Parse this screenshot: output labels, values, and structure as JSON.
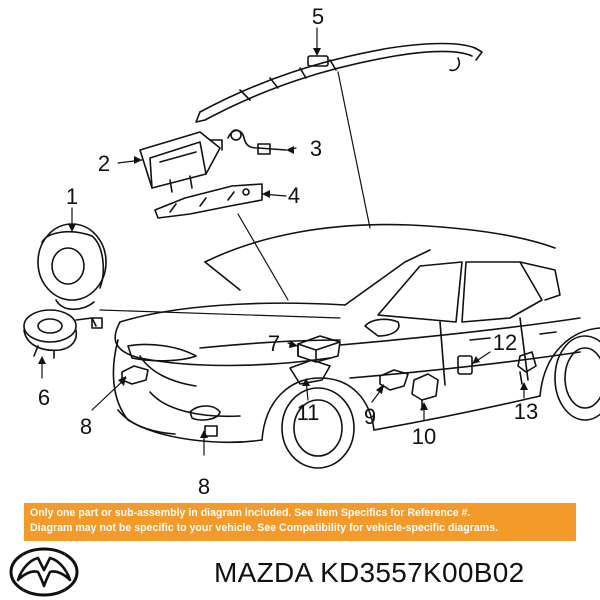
{
  "diagram": {
    "callouts": [
      "1",
      "2",
      "3",
      "4",
      "5",
      "6",
      "7",
      "8",
      "8",
      "9",
      "10",
      "11",
      "12",
      "13"
    ]
  },
  "banner": {
    "line1": "Only one part or sub-assembly in diagram included. See Item Specifics for Reference #.",
    "line2": "Diagram may not be specific to your vehicle. See Compatibility for vehicle-specific diagrams."
  },
  "brand": {
    "name": "MAZDA",
    "part_number": "KD3557K00B02",
    "logo_icon": "mazda-logo-icon"
  },
  "colors": {
    "banner": "#f39a2a",
    "line": "#111111"
  }
}
